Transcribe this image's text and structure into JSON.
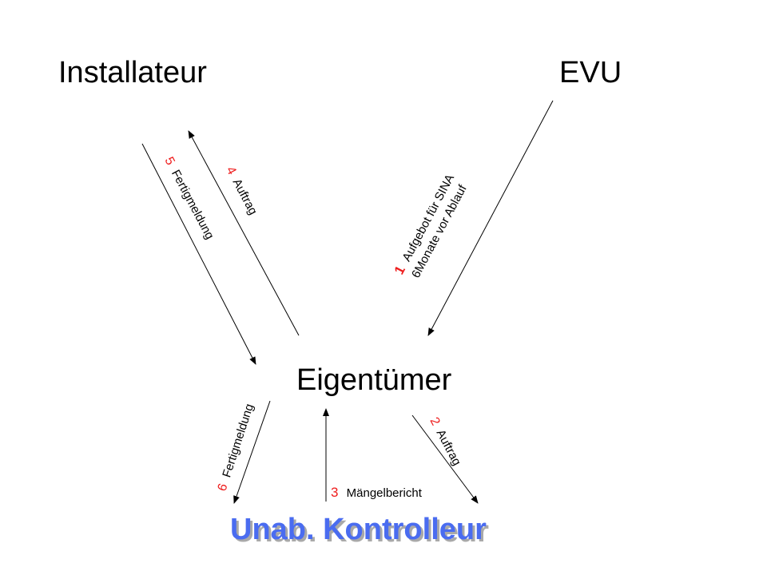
{
  "nodes": {
    "installateur": "Installateur",
    "evu": "EVU",
    "eigentuemer": "Eigentümer",
    "kontrolleur": "Unab. Kontrolleur"
  },
  "edges": {
    "e1": {
      "num": "1",
      "line1": "Aufgebot für SINA",
      "line2": "6Monate vor Ablauf"
    },
    "e2": {
      "num": "2",
      "text": "Auftrag"
    },
    "e3": {
      "num": "3",
      "text": "Mängelbericht"
    },
    "e4": {
      "num": "4",
      "text": "Auftrag"
    },
    "e5": {
      "num": "5",
      "text": "Fertigmeldung"
    },
    "e6": {
      "num": "6",
      "text": "Fertigmeldung"
    }
  },
  "colors": {
    "number": "#ee1c1c",
    "kontrolleur": "#4a6cf0",
    "kontrolleur_shadow": "#a9a9a9",
    "lines": "#000000"
  }
}
